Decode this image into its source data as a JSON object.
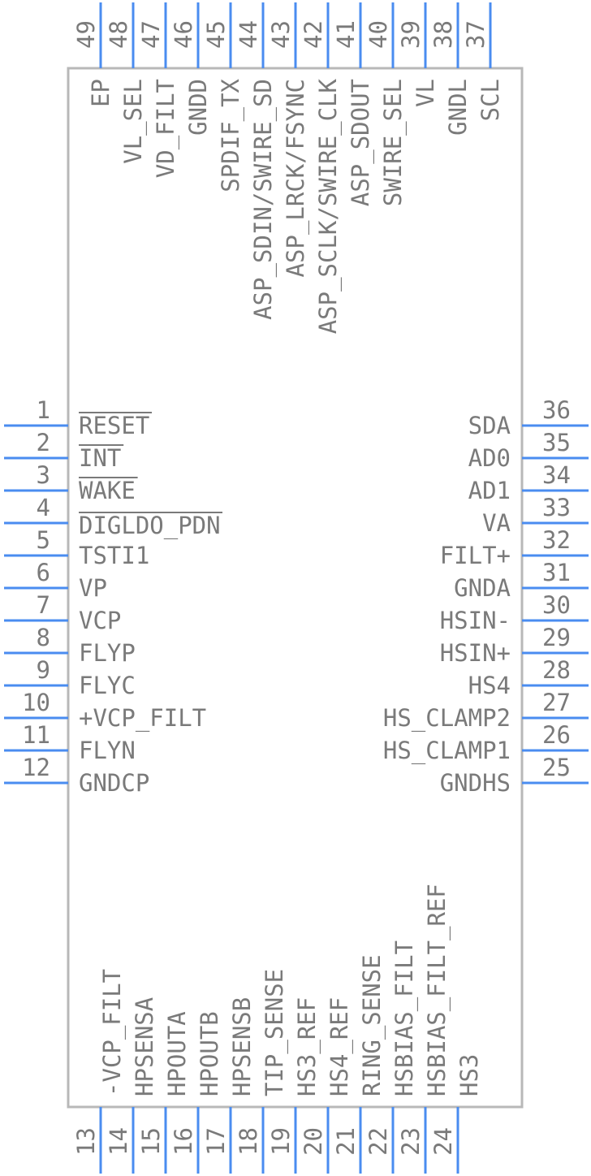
{
  "colors": {
    "pin": "#4a8cf0",
    "outline": "#b8b8b8",
    "text": "#7a7a7a",
    "background": "#ffffff"
  },
  "left_pins": [
    {
      "number": "1",
      "name": "RESET",
      "active_low": true
    },
    {
      "number": "2",
      "name": "INT",
      "active_low": true
    },
    {
      "number": "3",
      "name": "WAKE",
      "active_low": true
    },
    {
      "number": "4",
      "name": "DIGLDO_PDN",
      "active_low": true
    },
    {
      "number": "5",
      "name": "TSTI1"
    },
    {
      "number": "6",
      "name": "VP"
    },
    {
      "number": "7",
      "name": "VCP"
    },
    {
      "number": "8",
      "name": "FLYP"
    },
    {
      "number": "9",
      "name": "FLYC"
    },
    {
      "number": "10",
      "name": "+VCP_FILT"
    },
    {
      "number": "11",
      "name": "FLYN"
    },
    {
      "number": "12",
      "name": "GNDCP"
    }
  ],
  "bottom_pins": [
    {
      "number": "13",
      "name": "-VCP_FILT"
    },
    {
      "number": "14",
      "name": "HPSENSA"
    },
    {
      "number": "15",
      "name": "HPOUTA"
    },
    {
      "number": "16",
      "name": "HPOUTB"
    },
    {
      "number": "17",
      "name": "HPSENSB"
    },
    {
      "number": "18",
      "name": "TIP_SENSE"
    },
    {
      "number": "19",
      "name": "HS3_REF"
    },
    {
      "number": "20",
      "name": "HS4_REF"
    },
    {
      "number": "21",
      "name": "RING_SENSE"
    },
    {
      "number": "22",
      "name": "HSBIAS_FILT"
    },
    {
      "number": "23",
      "name": "HSBIAS_FILT_REF"
    },
    {
      "number": "24",
      "name": "HS3"
    }
  ],
  "right_pins": [
    {
      "number": "25",
      "name": "GNDHS"
    },
    {
      "number": "26",
      "name": "HS_CLAMP1"
    },
    {
      "number": "27",
      "name": "HS_CLAMP2"
    },
    {
      "number": "28",
      "name": "HS4"
    },
    {
      "number": "29",
      "name": "HSIN+"
    },
    {
      "number": "30",
      "name": "HSIN-"
    },
    {
      "number": "31",
      "name": "GNDA"
    },
    {
      "number": "32",
      "name": "FILT+"
    },
    {
      "number": "33",
      "name": "VA"
    },
    {
      "number": "34",
      "name": "AD1"
    },
    {
      "number": "35",
      "name": "AD0"
    },
    {
      "number": "36",
      "name": "SDA"
    }
  ],
  "top_pins": [
    {
      "number": "37",
      "name": "SCL"
    },
    {
      "number": "38",
      "name": "GNDL"
    },
    {
      "number": "39",
      "name": "VL"
    },
    {
      "number": "40",
      "name": "SWIRE_SEL"
    },
    {
      "number": "41",
      "name": "ASP_SDOUT"
    },
    {
      "number": "42",
      "name": "ASP_SCLK/SWIRE_CLK"
    },
    {
      "number": "43",
      "name": "ASP_LRCK/FSYNC"
    },
    {
      "number": "44",
      "name": "ASP_SDIN/SWIRE_SD"
    },
    {
      "number": "45",
      "name": "SPDIF_TX"
    },
    {
      "number": "46",
      "name": "GNDD"
    },
    {
      "number": "47",
      "name": "VD_FILT"
    },
    {
      "number": "48",
      "name": "VL_SEL"
    },
    {
      "number": "49",
      "name": "EP"
    }
  ]
}
